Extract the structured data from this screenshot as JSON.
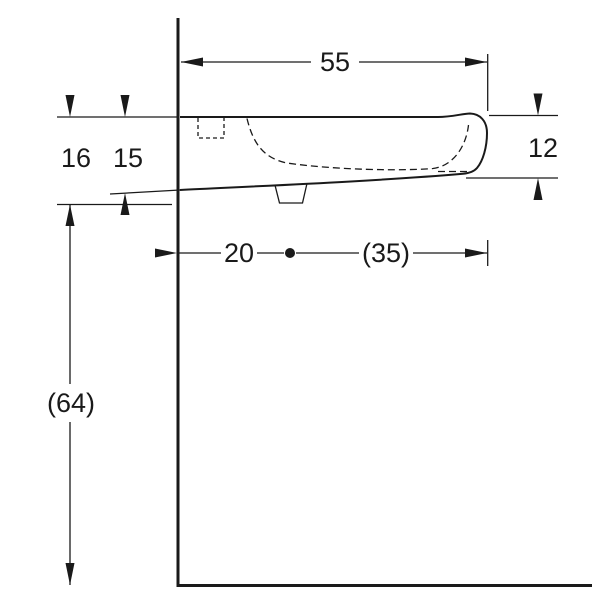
{
  "drawing": {
    "dimensions": {
      "width_overall": "55",
      "depth_outer": "16",
      "depth_inner": "15",
      "front_height": "12",
      "drain_offset": "20",
      "drain_to_front": "(35)",
      "mounting_height": "(64)"
    },
    "colors": {
      "line": "#1a1a1a",
      "background": "#ffffff"
    }
  }
}
